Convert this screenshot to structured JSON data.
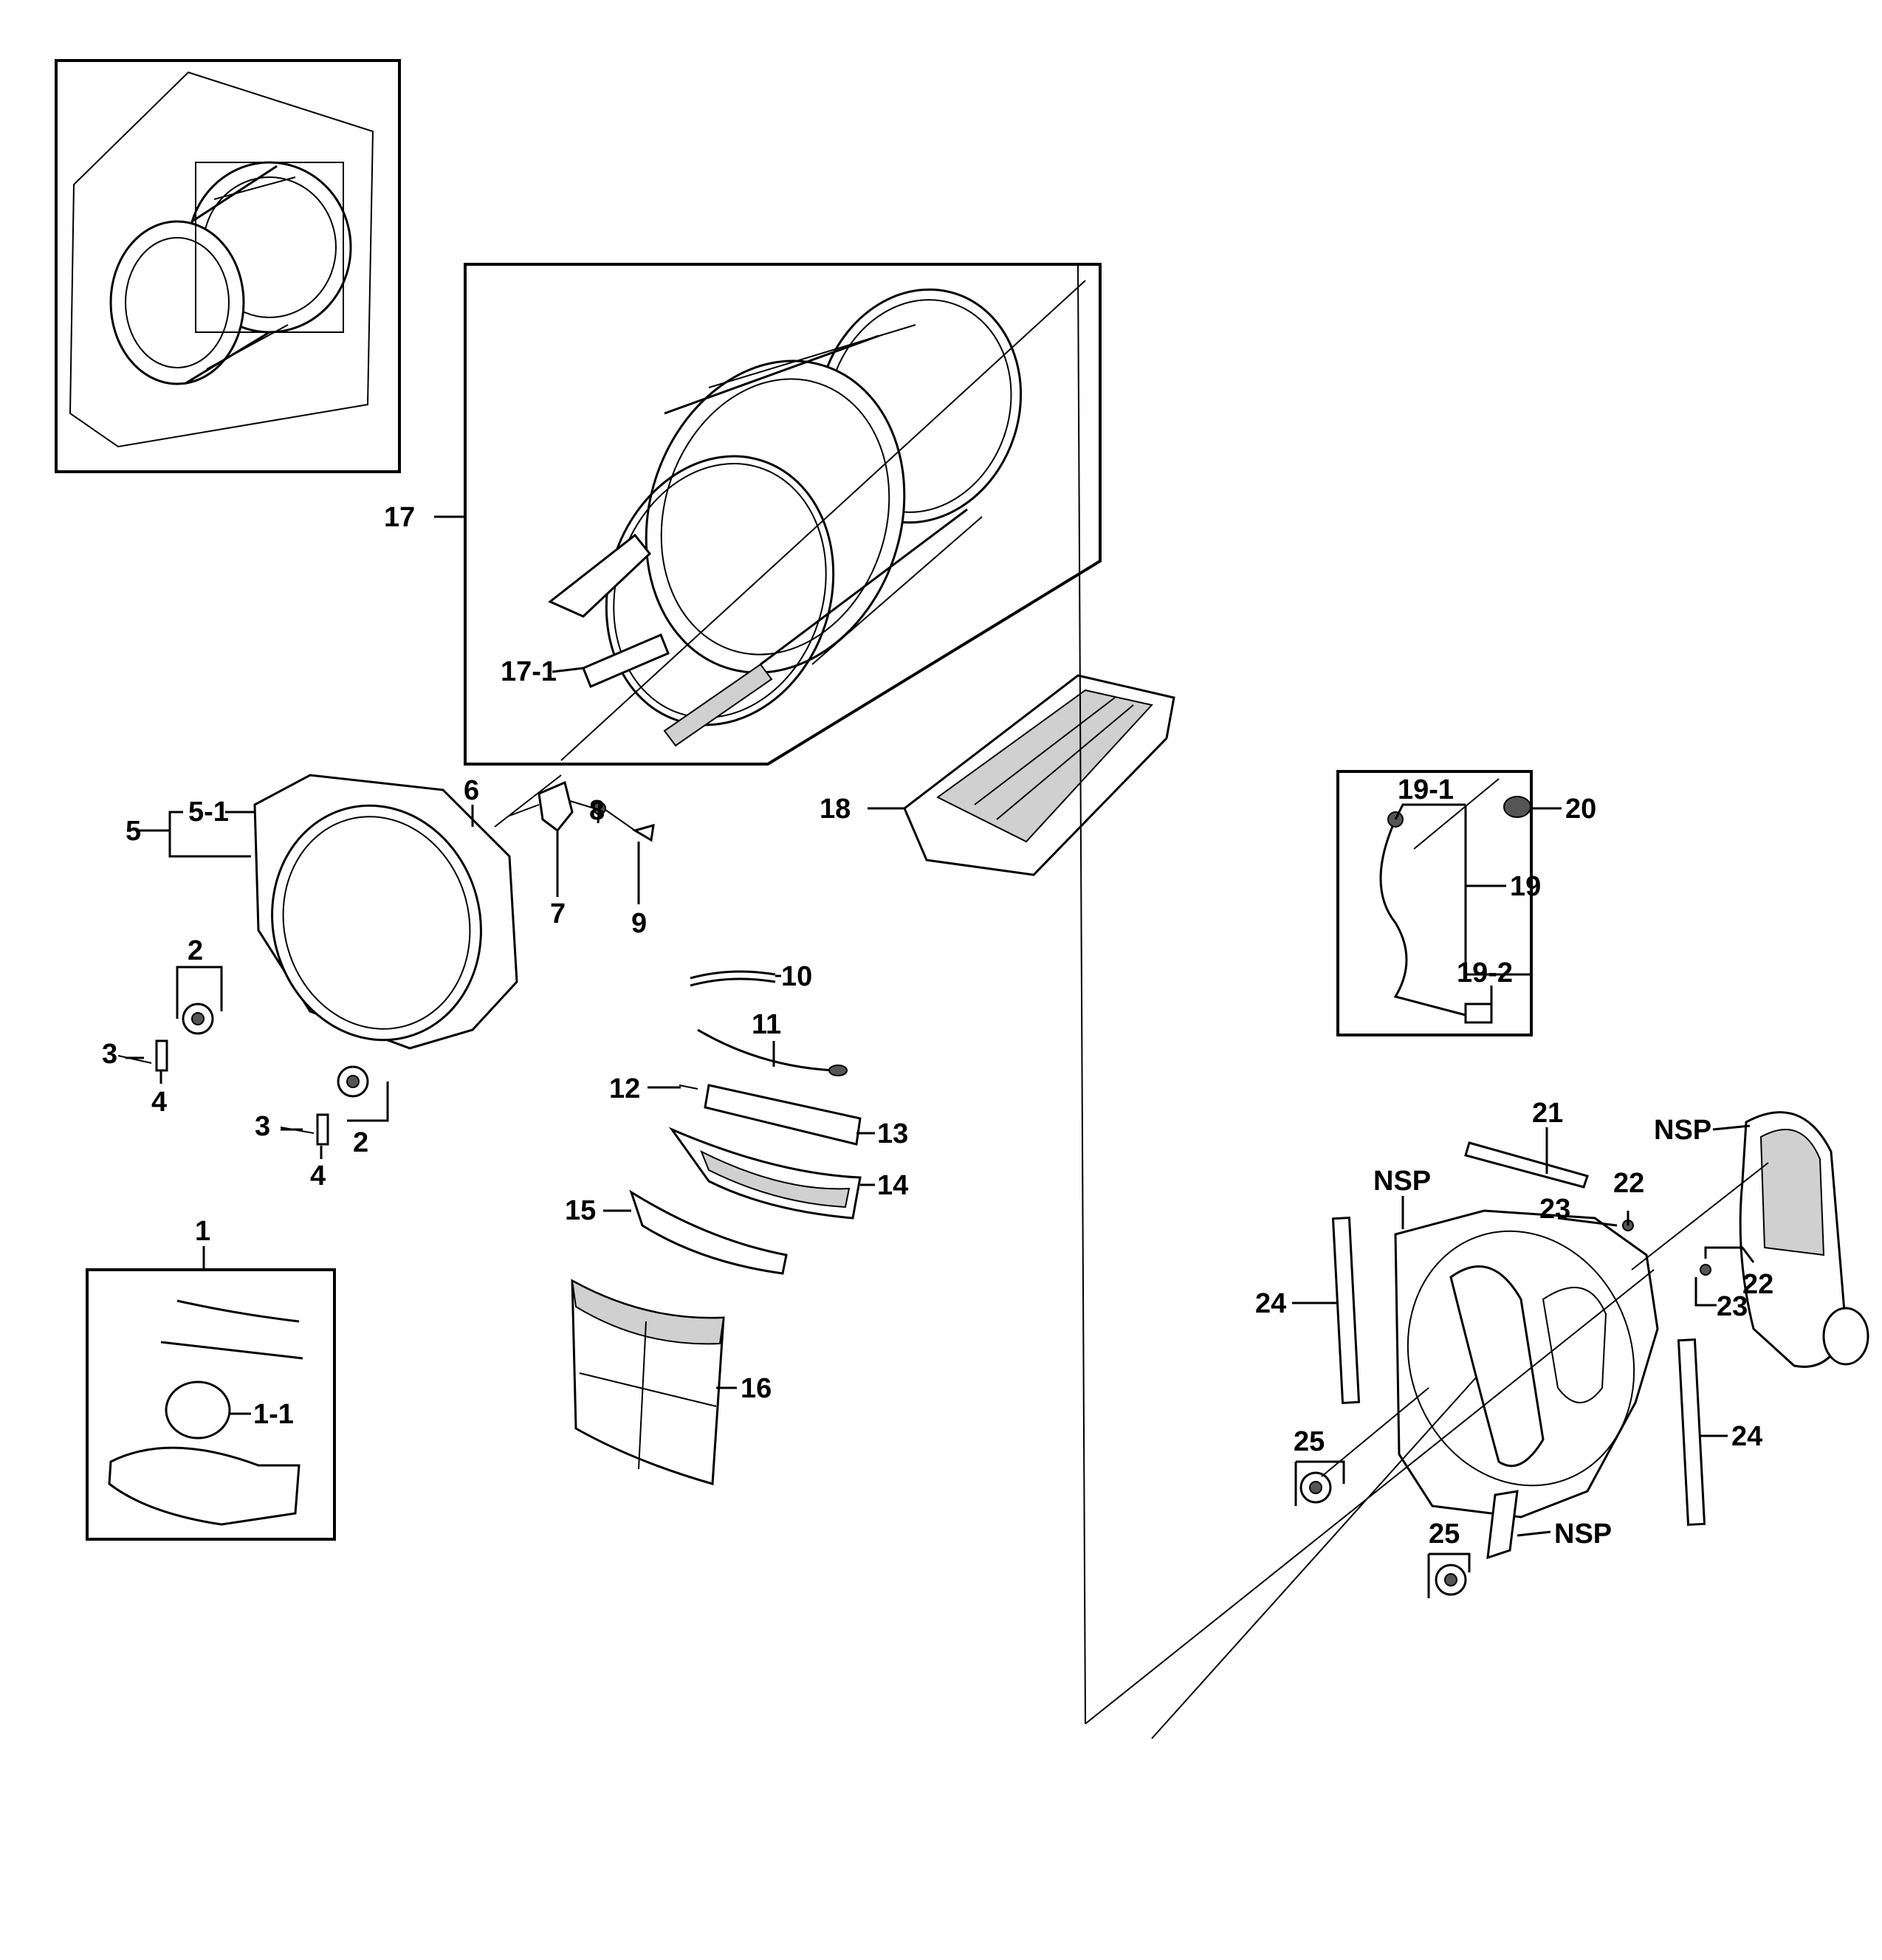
{
  "callouts": {
    "c1": "1",
    "c1_1": "1-1",
    "c2a": "2",
    "c2b": "2",
    "c3a": "3",
    "c3b": "3",
    "c4a": "4",
    "c4b": "4",
    "c5": "5",
    "c5_1": "5-1",
    "c6": "6",
    "c7": "7",
    "c8": "8",
    "c9": "9",
    "c10": "10",
    "c11": "11",
    "c12": "12",
    "c13": "13",
    "c14": "14",
    "c15": "15",
    "c16": "16",
    "c17": "17",
    "c17_1": "17-1",
    "c18": "18",
    "c19": "19",
    "c19_1": "19-1",
    "c19_2": "19-2",
    "c20": "20",
    "c21": "21",
    "c22a": "22",
    "c22b": "22",
    "c23a": "23",
    "c23b": "23",
    "c24a": "24",
    "c24b": "24",
    "c25a": "25",
    "c25b": "25",
    "nsp_a": "NSP",
    "nsp_b": "NSP",
    "nsp_c": "NSP"
  }
}
